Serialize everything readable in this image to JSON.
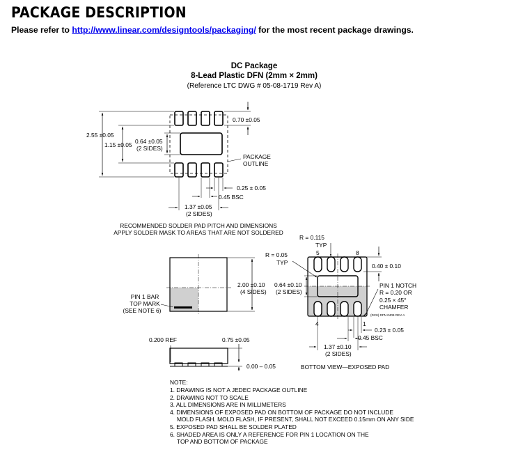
{
  "header": {
    "title": "PACKAGE DESCRIPTION",
    "refer_prefix": "Please refer to",
    "refer_link": "http://www.linear.com/designtools/packaging/",
    "refer_suffix": "for the most recent package drawings."
  },
  "package": {
    "name": "DC Package",
    "subtitle": "8-Lead Plastic DFN (2mm × 2mm)",
    "reference": "(Reference LTC DWG # 05-08-1719 Rev A)"
  },
  "solder_pad": {
    "dim_height": "2.55 ±0.05",
    "dim_inner_height": "1.15 ±0.05",
    "dim_pad": "0.64 ±0.05",
    "dim_pad_sides": "(2 SIDES)",
    "dim_top": "0.70 ±0.05",
    "outline_label_1": "PACKAGE",
    "outline_label_2": "OUTLINE",
    "dim_lead_width": "0.25 ± 0.05",
    "dim_pitch": "0.45 BSC",
    "dim_width": "1.37 ±0.05",
    "dim_width_sides": "(2 SIDES)",
    "caption_1": "RECOMMENDED SOLDER PAD PITCH AND DIMENSIONS",
    "caption_2": "APPLY SOLDER MASK TO AREAS THAT ARE NOT SOLDERED"
  },
  "top_view": {
    "pin1_label_1": "PIN 1 BAR",
    "pin1_label_2": "TOP MARK",
    "pin1_label_3": "(SEE NOTE 6)",
    "dim_body": "2.00 ±0.10",
    "dim_body_sides": "(4 SIDES)"
  },
  "bottom_view": {
    "r_top": "R = 0.115",
    "r_top_typ": "TYP",
    "r_pad": "R = 0.05",
    "r_pad_typ": "TYP",
    "pin5": "5",
    "pin8": "8",
    "pin4": "4",
    "pin1": "1",
    "dim_exposed": "0.64 ±0.10",
    "dim_exposed_sides": "(2 SIDES)",
    "dim_lead_len": "0.40 ± 0.10",
    "notch_1": "PIN 1 NOTCH",
    "notch_2": "R = 0.20 OR",
    "notch_3": "0.25 × 45°",
    "notch_4": "CHAMFER",
    "dwg_code": "(DC8) DFN 0409 REV A",
    "dim_lead_width": "0.23 ± 0.05",
    "dim_pitch": "0.45 BSC",
    "dim_width": "1.37 ±0.10",
    "dim_width_sides": "(2 SIDES)",
    "caption": "BOTTOM VIEW—EXPOSED PAD"
  },
  "side_view": {
    "dim_ref": "0.200 REF",
    "dim_height": "0.75 ±0.05",
    "dim_standoff": "0.00 – 0.05"
  },
  "notes": {
    "heading": "NOTE:",
    "items": [
      "1. DRAWING IS NOT A JEDEC PACKAGE OUTLINE",
      "2. DRAWING NOT TO SCALE",
      "3. ALL DIMENSIONS ARE IN MILLIMETERS",
      "4. DIMENSIONS OF EXPOSED PAD ON BOTTOM OF PACKAGE DO NOT INCLUDE",
      "MOLD FLASH. MOLD FLASH, IF PRESENT, SHALL NOT EXCEED 0.15mm ON ANY SIDE",
      "5. EXPOSED PAD SHALL BE SOLDER PLATED",
      "6. SHADED AREA IS ONLY A REFERENCE FOR PIN 1 LOCATION ON THE",
      "TOP AND BOTTOM OF PACKAGE"
    ]
  }
}
